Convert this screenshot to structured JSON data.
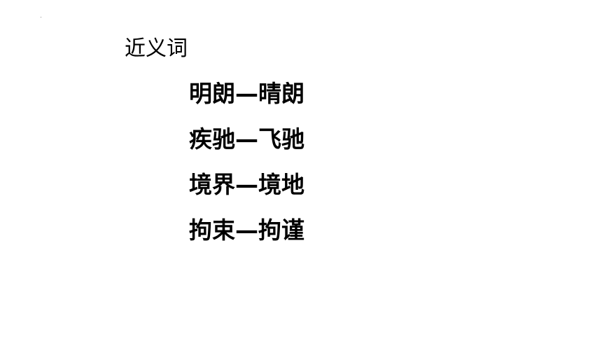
{
  "heading": "近义词",
  "pairs": [
    "明朗—晴朗",
    "疾驰—飞驰",
    "境界—境地",
    "拘束—拘谨"
  ]
}
